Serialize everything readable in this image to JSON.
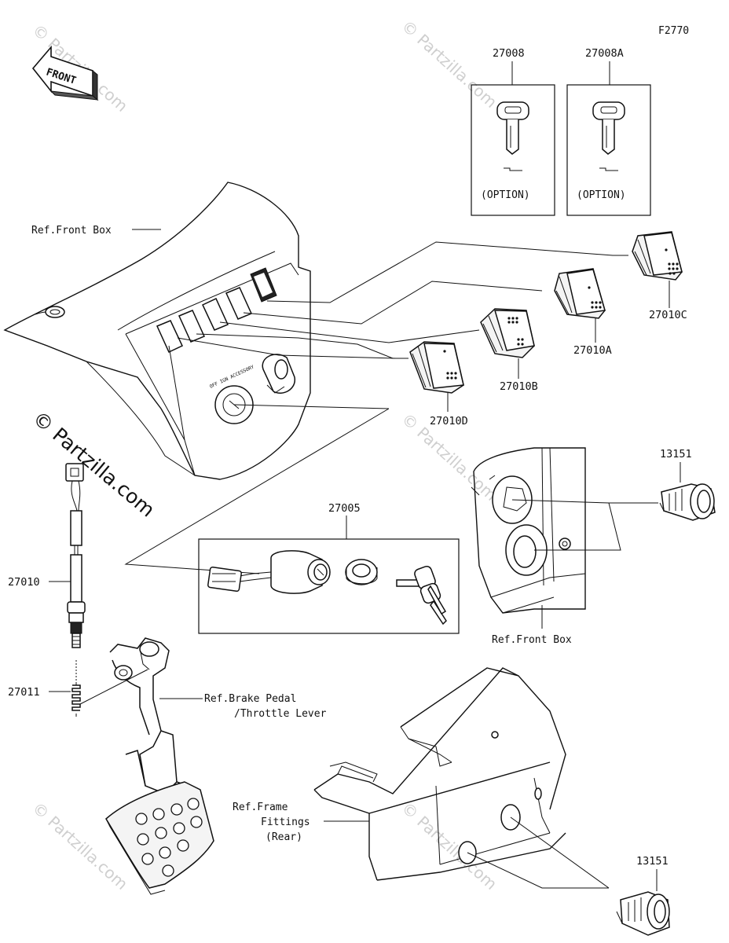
{
  "figure_code": "F2770",
  "front_arrow_text": "FRONT",
  "watermarks": {
    "main": "© Partzilla.com",
    "faint": "© Partzilla.com"
  },
  "keys": [
    {
      "part_no": "27008",
      "note": "(OPTION)"
    },
    {
      "part_no": "27008A",
      "note": "(OPTION)"
    }
  ],
  "switches": {
    "a": "27010A",
    "b": "27010B",
    "c": "27010C",
    "d": "27010D"
  },
  "ignition_switch_kit": "27005",
  "socket_upper": "13151",
  "socket_lower": "13151",
  "brake_switch": "27010",
  "spring": "27011",
  "refs": {
    "front_box_top": "Ref.Front Box",
    "front_box_right": "Ref.Front Box",
    "brake_pedal_line1": "Ref.Brake Pedal",
    "brake_pedal_line2": "/Throttle Lever",
    "frame_line1": "Ref.Frame",
    "frame_line2": "Fittings",
    "frame_line3": "(Rear)"
  },
  "colors": {
    "ink": "#111111",
    "watermark": "#cfcfcf"
  }
}
